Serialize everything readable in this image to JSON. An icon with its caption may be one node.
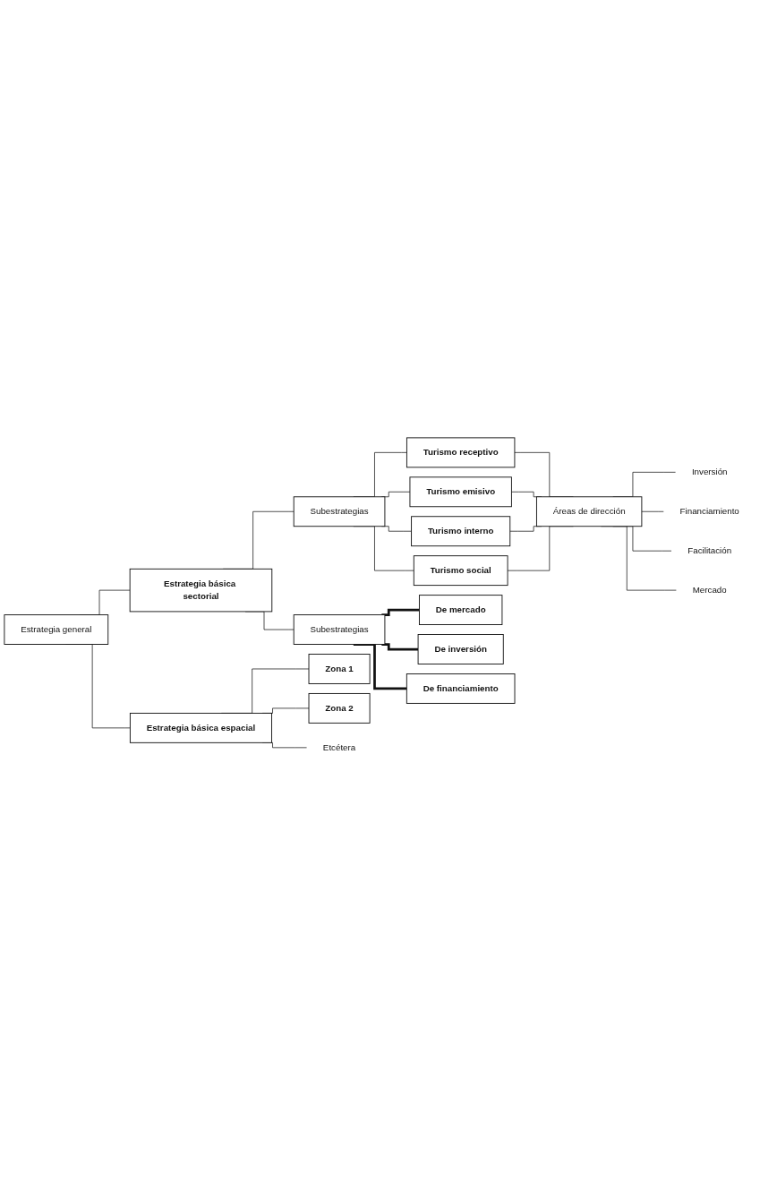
{
  "diagram": {
    "nodes": [
      {
        "text": [
          "Estrategia general"
        ]
      },
      {
        "text": [
          "Estrategia básica sectorial"
        ]
      },
      {
        "text": [
          "Estrategia básica espacial"
        ]
      },
      {
        "text": [
          "Subestrategias"
        ]
      },
      {
        "text": [
          "Zona 1"
        ]
      },
      {
        "text": [
          "Zona 2"
        ]
      },
      {
        "text": [
          "Etcétera"
        ]
      },
      {
        "text": [
          "Turismo receptivo"
        ]
      },
      {
        "text": [
          "Turismo emisivo"
        ]
      },
      {
        "text": [
          "Turismo interno"
        ]
      },
      {
        "text": [
          "Turismo social"
        ]
      },
      {
        "text": [
          "Áreas de dirección"
        ]
      },
      {
        "text": [
          "Inversión"
        ]
      },
      {
        "text": [
          "Financiamiento"
        ]
      },
      {
        "text": [
          "Facilitación"
        ]
      },
      {
        "text": [
          "Mercado"
        ]
      },
      {
        "text": [
          "Subestrategias"
        ]
      },
      {
        "text": [
          "De mercado"
        ]
      },
      {
        "text": [
          "De inversión"
        ]
      },
      {
        "text": [
          "De financiamiento"
        ]
      }
    ],
    "edges": [
      {
        "from": 0,
        "to": 1,
        "arrow": "none"
      },
      {
        "from": 0,
        "to": 2,
        "arrow": "none"
      },
      {
        "from": 1,
        "to": 3,
        "arrow": "none"
      },
      {
        "from": 1,
        "to": 16,
        "arrow": "none"
      },
      {
        "from": 2,
        "to": 4,
        "arrow": "none"
      },
      {
        "from": 2,
        "to": 5,
        "arrow": "none"
      },
      {
        "from": 2,
        "to": 6,
        "arrow": "none"
      },
      {
        "from": 3,
        "to": 7,
        "arrow": "none"
      },
      {
        "from": 3,
        "to": 8,
        "arrow": "none"
      },
      {
        "from": 3,
        "to": 9,
        "arrow": "none"
      },
      {
        "from": 3,
        "to": 10,
        "arrow": "none"
      },
      {
        "from": 7,
        "to": 11,
        "arrow": "none"
      },
      {
        "from": 8,
        "to": 11,
        "arrow": "none"
      },
      {
        "from": 9,
        "to": 11,
        "arrow": "none"
      },
      {
        "from": 10,
        "to": 11,
        "arrow": "none"
      },
      {
        "from": 11,
        "to": 12,
        "arrow": "none"
      },
      {
        "from": 11,
        "to": 13,
        "arrow": "none"
      },
      {
        "from": 11,
        "to": 14,
        "arrow": "none"
      },
      {
        "from": 11,
        "to": 15,
        "arrow": "none"
      },
      {
        "from": 16,
        "to": 17,
        "arrow": "none",
        "style": "thick"
      },
      {
        "from": 16,
        "to": 18,
        "arrow": "none",
        "style": "thick"
      },
      {
        "from": 16,
        "to": 19,
        "arrow": "none",
        "style": "thick"
      }
    ]
  }
}
